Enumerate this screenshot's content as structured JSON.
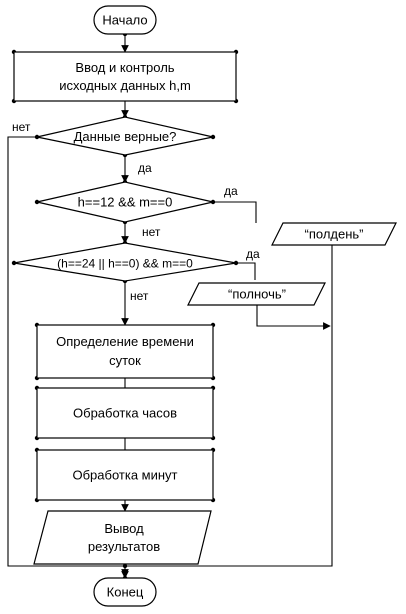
{
  "nodes": {
    "start": "Начало",
    "input": [
      "Ввод и контроль",
      "исходных данных h,m"
    ],
    "check": "Данные верные?",
    "noon_cond": "h==12 && m==0",
    "midnight_cond": "(h==24 || h==0) && m==0",
    "noon_out": "“полдень”",
    "midnight_out": "“полночь”",
    "time_of_day": [
      "Определение времени",
      "суток"
    ],
    "hours": "Обработка часов",
    "minutes": "Обработка минут",
    "output": [
      "Вывод",
      "результатов"
    ],
    "end": "Конец"
  },
  "labels": {
    "check_no": "нет",
    "check_yes": "да",
    "noon_yes": "да",
    "noon_no": "нет",
    "midnight_yes": "да",
    "midnight_no": "нет"
  }
}
